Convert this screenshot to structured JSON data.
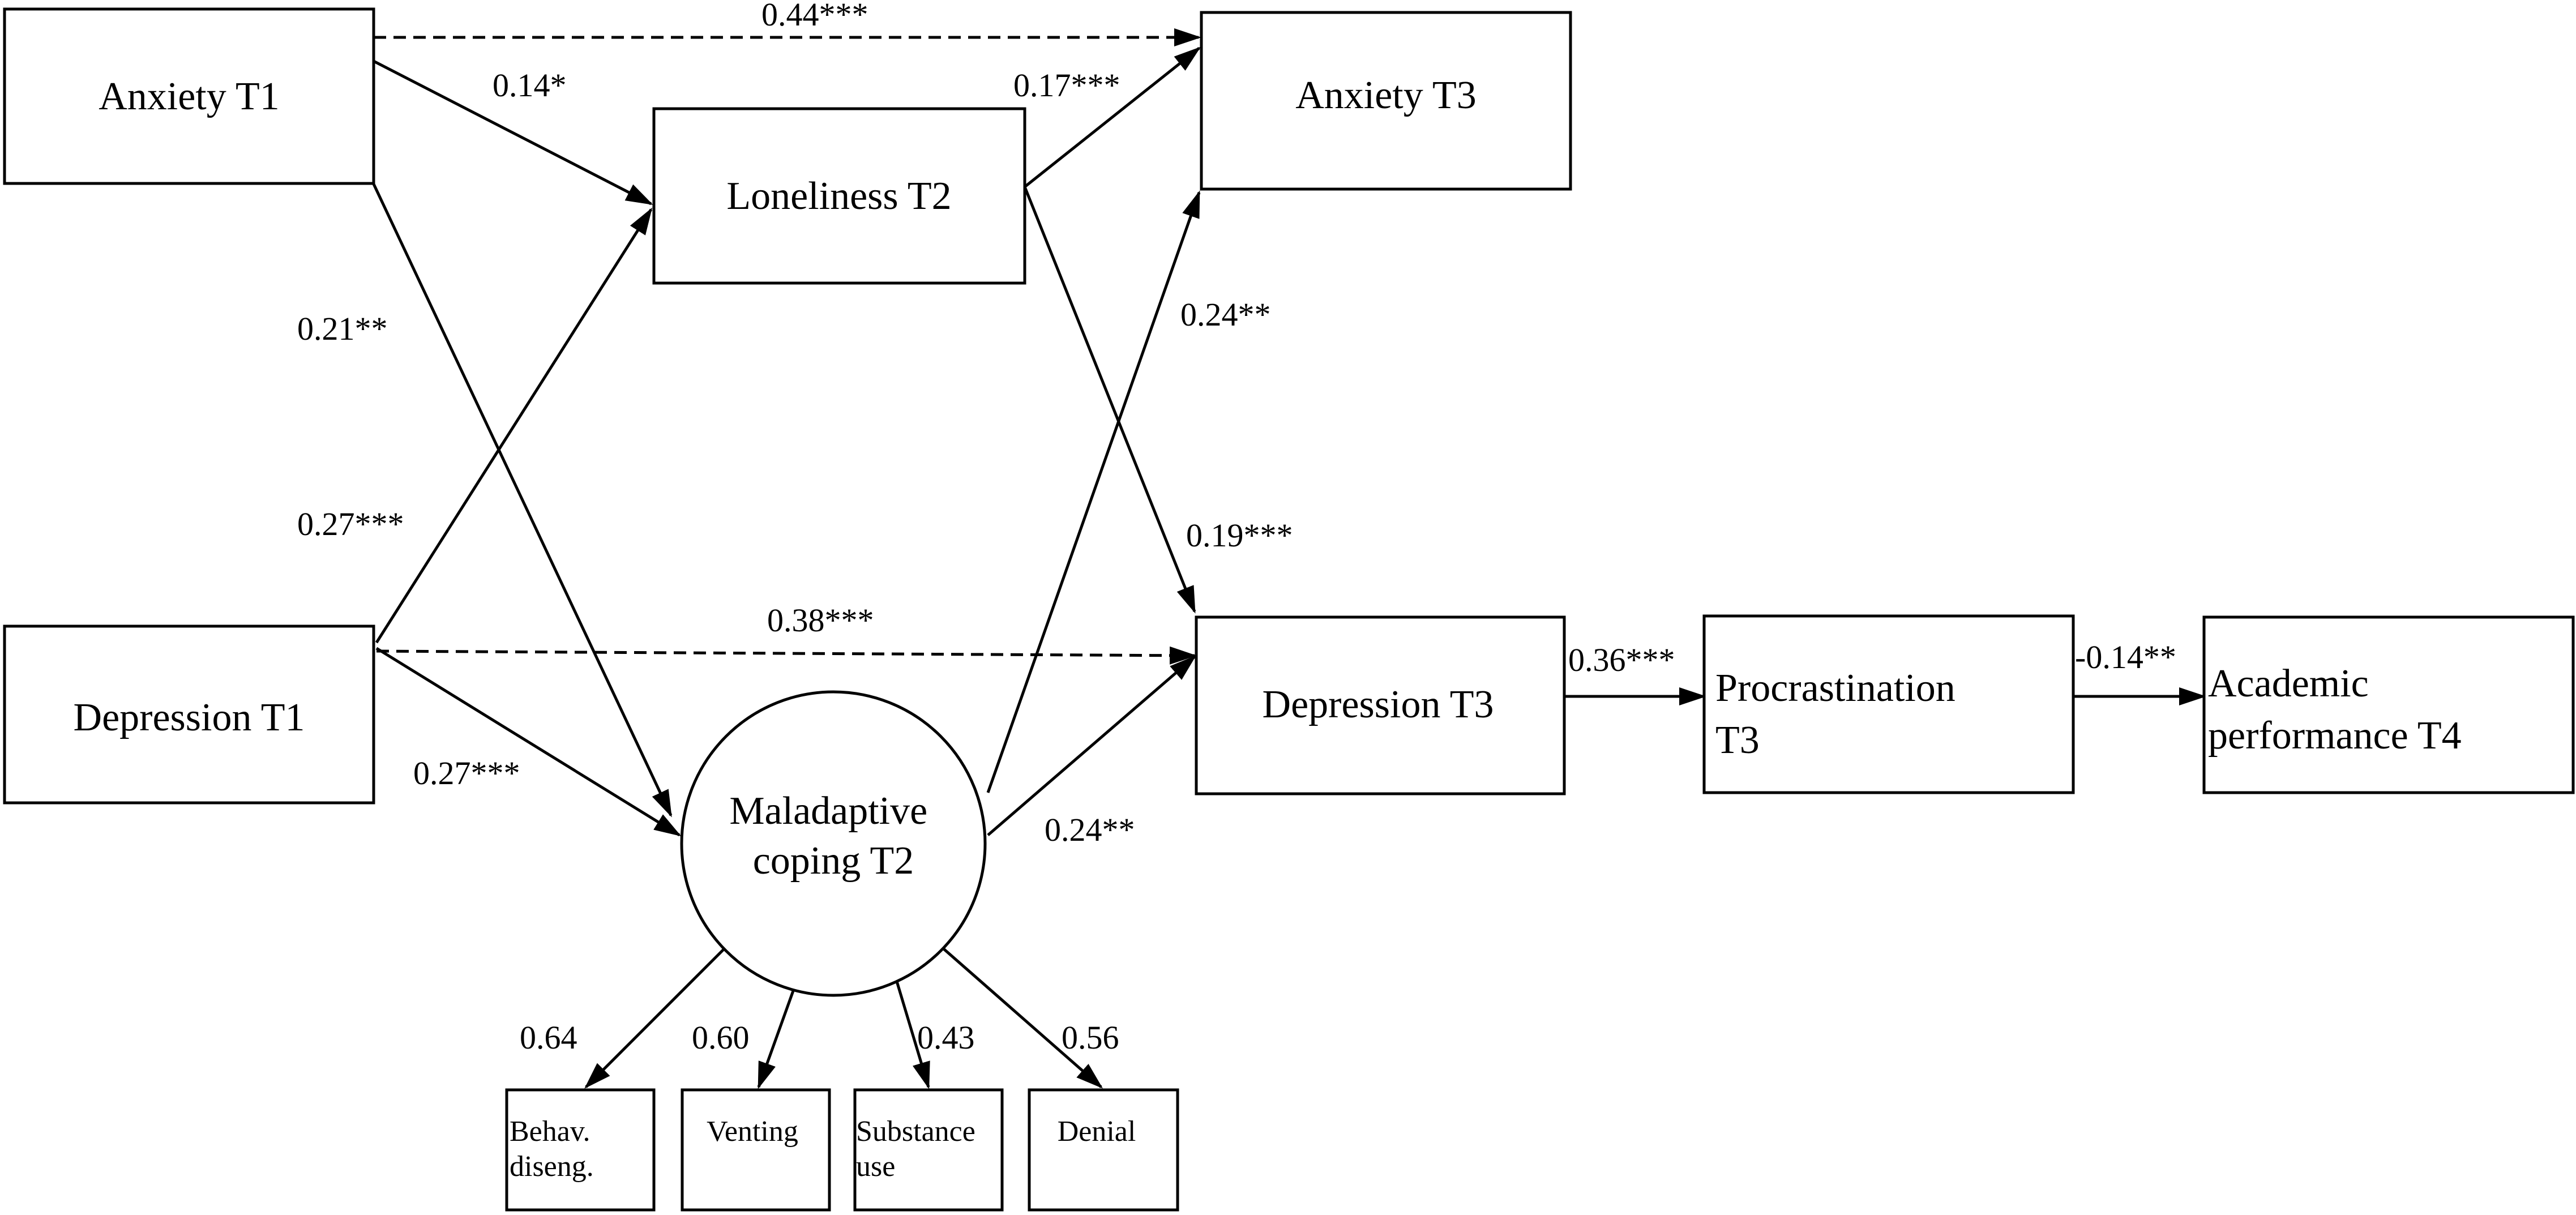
{
  "nodes": {
    "anxiety_t1": "Anxiety T1",
    "depression_t1": "Depression T1",
    "loneliness_t2": "Loneliness T2",
    "maladaptive_coping_t2": [
      "Maladaptive",
      "coping T2"
    ],
    "anxiety_t3": "Anxiety T3",
    "depression_t3": "Depression T3",
    "procrastination_t3": [
      "Procrastination",
      "T3"
    ],
    "academic_performance_t4": [
      "Academic",
      "performance T4"
    ],
    "behav_diseng": [
      "Behav.",
      "diseng."
    ],
    "venting": "Venting",
    "substance_use": [
      "Substance",
      "use"
    ],
    "denial": "Denial"
  },
  "paths": {
    "anxiety_t1_to_anxiety_t3": "0.44***",
    "anxiety_t1_to_loneliness_t2": "0.14*",
    "loneliness_t2_to_anxiety_t3": "0.17***",
    "anxiety_t1_to_coping_t2": "0.21**",
    "coping_t2_to_anxiety_t3": "0.24**",
    "depression_t1_to_loneliness_t2": "0.27***",
    "loneliness_t2_to_depression_t3": "0.19***",
    "depression_t1_to_depression_t3": "0.38***",
    "depression_t1_to_coping_t2": "0.27***",
    "coping_t2_to_depression_t3": "0.24**",
    "depression_t3_to_procrastination_t3": "0.36***",
    "procrastination_t3_to_academic_t4": "-0.14**"
  },
  "loadings": {
    "behav_diseng": "0.64",
    "venting": "0.60",
    "substance_use": "0.43",
    "denial": "0.56"
  }
}
